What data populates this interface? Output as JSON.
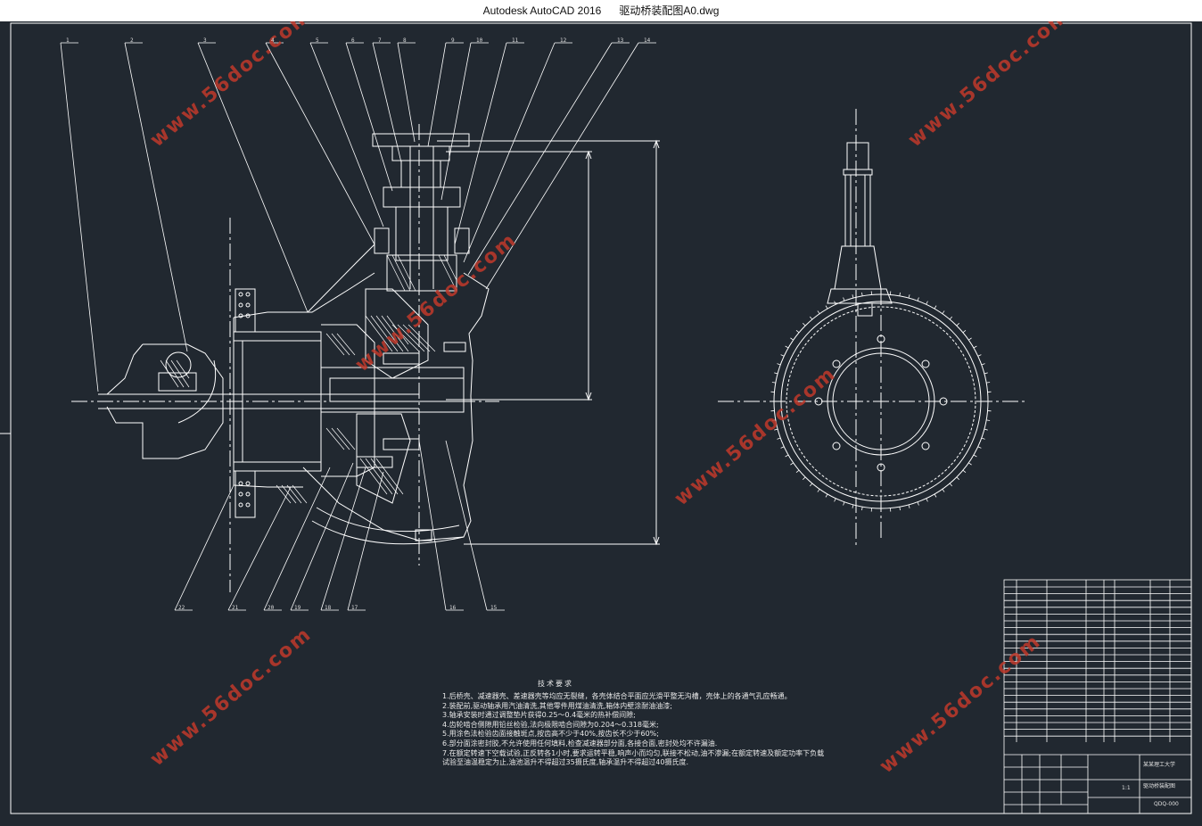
{
  "window": {
    "app_name": "Autodesk AutoCAD 2016",
    "file_name": "驱动桥装配图A0.dwg"
  },
  "watermark": {
    "text": "www.56doc.com",
    "color": "#c0392b"
  },
  "technical_requirements": {
    "title": "技术要求",
    "items": [
      "1.后桥壳、减速器壳、差速器壳等均应无裂缝，各壳体结合平面应光滑平整无沟槽，壳体上的各通气孔应畅通。",
      "2.装配前,驱动轴承用汽油清洗,其他零件用煤油清洗,箱体内壁涂耐油油漆;",
      "3.轴承安装时通过调整垫片获得0.25～0.4毫米的热补偿间隙;",
      "4.齿轮啮合侧隙用铅丝检验,法向极限啮合间隙为0.204～0.318毫米;",
      "5.用涂色法检验齿面接触斑点,按齿高不少于40%,按齿长不少于60%;",
      "6.部分面涂密封胶,不允许使用任何填料,检查减速器部分面,各接合面,密封处均不许漏油.",
      "7.在额定转速下空载试验,正反转各1小时,要求运转平稳,响声小而均匀,联接不松动,油不渗漏;在额定转速及额定功率下负载试验至油温稳定为止,油池温升不得超过35摄氏度,轴承温升不得超过40摄氏度."
    ]
  },
  "callouts": {
    "top": [
      "1",
      "2",
      "3",
      "4",
      "5",
      "6",
      "7",
      "8",
      "9",
      "10",
      "11",
      "12",
      "13",
      "14"
    ],
    "bottom": [
      "22",
      "21",
      "20",
      "19",
      "18",
      "17",
      "16",
      "15"
    ]
  },
  "title_block": {
    "school": "某某理工大学",
    "drawing_name": "驱动桥装配图",
    "scale": "1:1",
    "code": "QDQ-000"
  },
  "colors": {
    "background": "#212830",
    "lines": "#ffffff",
    "watermark": "#c0392b"
  }
}
